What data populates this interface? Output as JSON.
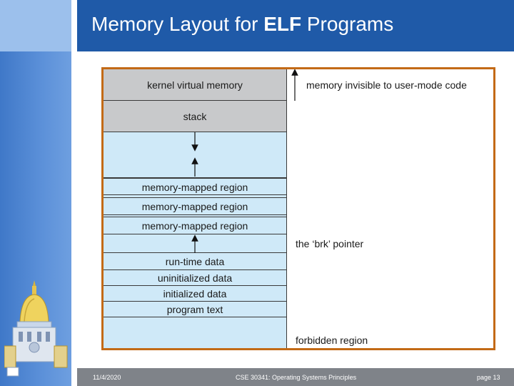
{
  "slide": {
    "title_prefix": "Memory Layout for ",
    "title_bold": "ELF",
    "title_suffix": " Programs"
  },
  "diagram": {
    "segments": {
      "kernel": "kernel virtual memory",
      "stack": "stack",
      "mmap1": "memory-mapped region",
      "mmap2": "memory-mapped region",
      "mmap3": "memory-mapped region",
      "runtime": "run-time data",
      "uninit": "uninitialized data",
      "init": "initialized data",
      "text": "program text"
    },
    "annotations": {
      "invisible": "memory invisible to user-mode code",
      "brk": "the ‘brk’ pointer",
      "forbidden": "forbidden region"
    },
    "colors": {
      "gray": "#c8c9cb",
      "free": "#cfe9f8",
      "frame": "#c36a16"
    }
  },
  "footer": {
    "date": "11/4/2020",
    "course": "CSE 30341: Operating Systems Principles",
    "page": "page 13"
  }
}
